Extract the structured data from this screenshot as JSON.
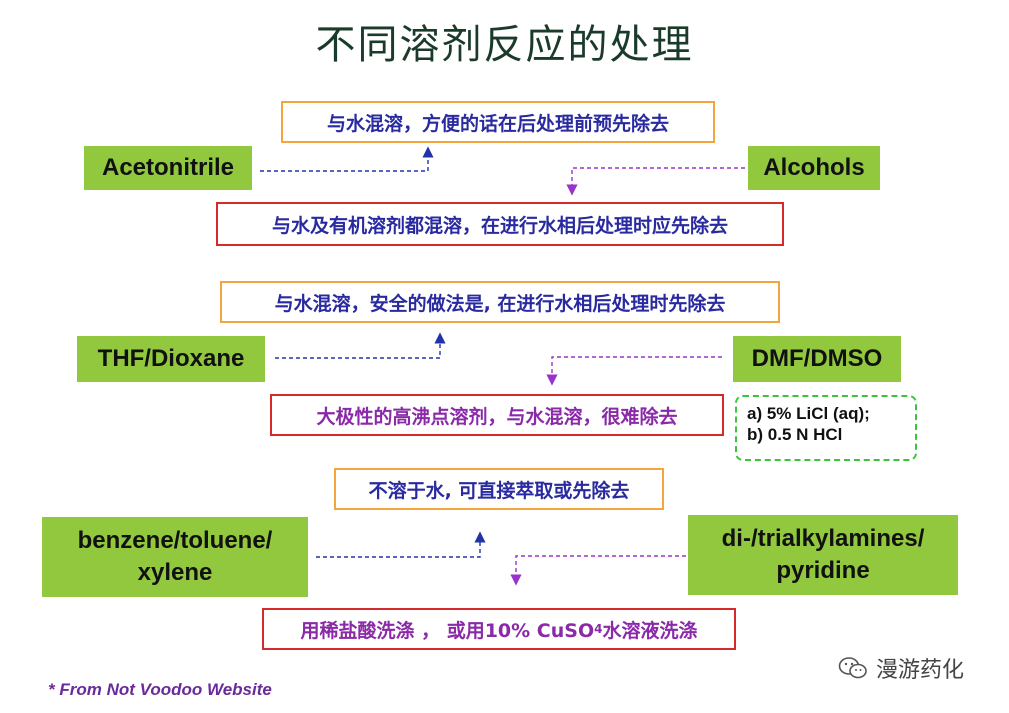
{
  "title": "不同溶剂反应的处理",
  "groups": [
    {
      "left_solvent": "Acetonitrile",
      "right_solvent": "Alcohols",
      "top_note": "与水混溶，方便的话在后处理前预先除去",
      "bottom_note": "与水及有机溶剂都混溶，在进行水相后处理时应先除去"
    },
    {
      "left_solvent": "THF/Dioxane",
      "right_solvent": "DMF/DMSO",
      "top_note": "与水混溶，安全的做法是, 在进行水相后处理时先除去",
      "bottom_note": "大极性的高沸点溶剂，与水混溶，很难除去",
      "side_note_lines": [
        "a) 5%  LiCl (aq);",
        "b) 0.5 N HCl"
      ]
    },
    {
      "left_solvent_lines": [
        "benzene/toluene/",
        "xylene"
      ],
      "right_solvent_lines": [
        "di-/trialkylamines/",
        "pyridine"
      ],
      "top_note": "不溶于水, 可直接萃取或先除去",
      "bottom_note_prefix": "用稀盐酸洗涤 ， 或用10% CuSO",
      "bottom_note_subscript": "4",
      "bottom_note_suffix": "水溶液洗涤"
    }
  ],
  "footer": {
    "credit": "From Not Voodoo Website",
    "credit_mark": "*",
    "watermark": "漫游药化"
  },
  "colors": {
    "box_green": "#92c83e",
    "note_orange": "#f4a63c",
    "note_red": "#d42a2a",
    "text_blue": "#2a2aa0",
    "text_purple": "#8a2aa8",
    "arrow_blue": "#2233aa",
    "arrow_purple": "#9933cc",
    "side_note_border": "#3cc43c"
  }
}
